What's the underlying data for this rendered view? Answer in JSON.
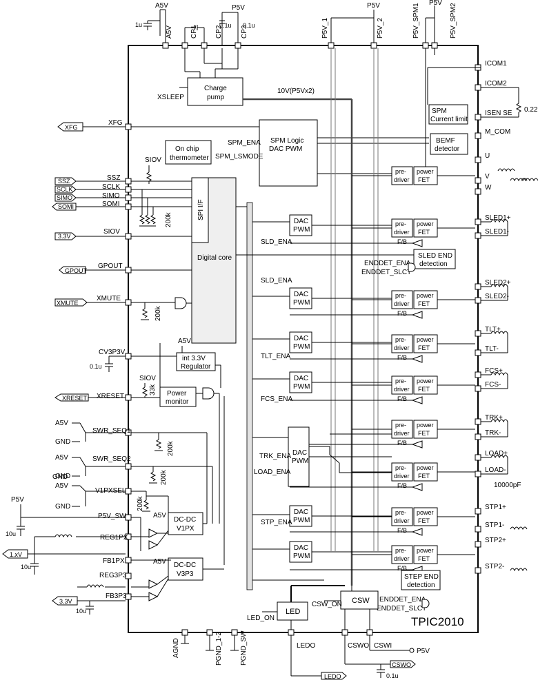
{
  "chip_name": "TPIC2010",
  "top_pins": [
    {
      "id": "a5v",
      "label": "A5V"
    },
    {
      "id": "cp1",
      "label": "CP1"
    },
    {
      "id": "cp2",
      "label": "CP2"
    },
    {
      "id": "cp3",
      "label": "CP3"
    },
    {
      "id": "p5v1",
      "label": "P5V_1"
    },
    {
      "id": "p5v2",
      "label": "P5V_2"
    },
    {
      "id": "p5vspm1",
      "label": "P5V_SPM1"
    },
    {
      "id": "p5vspm2",
      "label": "P5V_SPM2"
    }
  ],
  "top_rails": {
    "a5v": "A5V",
    "p5v_cp": "P5V",
    "p5v_mid": "P5V",
    "p5v_spm": "P5V"
  },
  "top_caps": {
    "c1": "1u",
    "c2": "0.1u",
    "c3": "0.1u"
  },
  "left_pins": [
    {
      "id": "xfg",
      "label": "XFG"
    },
    {
      "id": "ssz",
      "label": "SSZ"
    },
    {
      "id": "sclk",
      "label": "SCLK"
    },
    {
      "id": "simo",
      "label": "SIMO"
    },
    {
      "id": "somi",
      "label": "SOMI"
    },
    {
      "id": "siov",
      "label": "SIOV"
    },
    {
      "id": "gpout",
      "label": "GPOUT"
    },
    {
      "id": "xmute",
      "label": "XMUTE"
    },
    {
      "id": "cv3p3v",
      "label": "CV3P3V"
    },
    {
      "id": "xreset",
      "label": "XRESET"
    },
    {
      "id": "swrseq1",
      "label": "SWR_SEQ1"
    },
    {
      "id": "swrseq2",
      "label": "SWR_SEQ2"
    },
    {
      "id": "v1pxsel",
      "label": "V1PXSEL"
    },
    {
      "id": "p5vsw",
      "label": "P5V_SW"
    },
    {
      "id": "reg1px",
      "label": "REG1PX"
    },
    {
      "id": "fb1px",
      "label": "FB1PX"
    },
    {
      "id": "reg3p3",
      "label": "REG3P3"
    },
    {
      "id": "fb3p3",
      "label": "FB3P3"
    }
  ],
  "left_ports": {
    "xfg": "XFG",
    "ssz": "SSZ",
    "sclk": "SCLK",
    "simo": "SIMO",
    "somi": "SOMI",
    "v33a": "3.3V",
    "gpout": "GPOUT",
    "xmute": "XMUTE",
    "xreset": "XRESET",
    "v1x": "1.xV",
    "v33b": "3.3V"
  },
  "left_misc": {
    "a5v_1": "A5V",
    "gnd_1": "GND",
    "a5v_2": "A5V",
    "gnd_2": "GND",
    "gnd_3": "GND",
    "a5v_3": "A5V",
    "gnd_4": "GND",
    "p5v_in": "P5V",
    "cap_cv": "0.1u",
    "cap_10u_a": "10u",
    "cap_10u_b": "10u",
    "cap_10u_c": "10u"
  },
  "right_pins": [
    {
      "id": "icom1",
      "label": "ICOM1"
    },
    {
      "id": "icom2",
      "label": "ICOM2"
    },
    {
      "id": "isense",
      "label": "ISEN SE"
    },
    {
      "id": "mcom",
      "label": "M_COM"
    },
    {
      "id": "u",
      "label": "U"
    },
    {
      "id": "v",
      "label": "V"
    },
    {
      "id": "w",
      "label": "W"
    },
    {
      "id": "sled1p",
      "label": "SLED1+"
    },
    {
      "id": "sled1m",
      "label": "SLED1-"
    },
    {
      "id": "sled2p",
      "label": "SLED2+"
    },
    {
      "id": "sled2m",
      "label": "SLED2-"
    },
    {
      "id": "tltp",
      "label": "TLT+"
    },
    {
      "id": "tltm",
      "label": "TLT-"
    },
    {
      "id": "fcsp",
      "label": "FCS+"
    },
    {
      "id": "fcsm",
      "label": "FCS-"
    },
    {
      "id": "trkp",
      "label": "TRK+"
    },
    {
      "id": "trkm",
      "label": "TRK-"
    },
    {
      "id": "loadp",
      "label": "LOAD+"
    },
    {
      "id": "loadm",
      "label": "LOAD-"
    },
    {
      "id": "stp1p",
      "label": "STP1+"
    },
    {
      "id": "stp1m",
      "label": "STP1-"
    },
    {
      "id": "stp2p",
      "label": "STP2+"
    },
    {
      "id": "stp2m",
      "label": "STP2-"
    }
  ],
  "right_misc": {
    "r_sense": "0.22",
    "c_load": "10000pF"
  },
  "bottom_pins": [
    {
      "id": "agnd",
      "label": "AGND"
    },
    {
      "id": "pgnd12",
      "label": "PGND_1-2"
    },
    {
      "id": "pgndsw",
      "label": "PGND_SW"
    },
    {
      "id": "ledo",
      "label": "LEDO"
    },
    {
      "id": "cswo",
      "label": "CSWO"
    },
    {
      "id": "cswi",
      "label": "CSWI"
    }
  ],
  "bottom_misc": {
    "ledo_port": "LEDO",
    "cswo_port": "CSWO",
    "p5v_cswi": "P5V",
    "cap_cswo": "0.1u"
  },
  "blocks": {
    "charge_pump": [
      "Charge",
      "pump"
    ],
    "xsleep": "XSLEEP",
    "cp_out": "10V(P5Vx2)",
    "thermo": [
      "On chip",
      "thermometer"
    ],
    "spi_if": "SPI I/F",
    "digital_core": "Digital core",
    "spm_logic": [
      "SPM Logic",
      "DAC PWM"
    ],
    "spm_ena": "SPM_ENA",
    "spm_lsmode": "SPM_LSMODE",
    "spm_limit": [
      "SPM",
      "Current limit"
    ],
    "bemf": [
      "BEMF",
      "detector"
    ],
    "siov_pullup": "SIOV",
    "res_200k_spi": "200k",
    "res_200k_xmute": "200k",
    "dac_pwm": [
      "DAC",
      "PWM"
    ],
    "sld_ena": "SLD_ENA",
    "tlt_ena": "TLT_ENA",
    "fcs_ena": "FCS_ENA",
    "trk_ena": "TRK_ENA",
    "load_ena": "LOAD_ENA",
    "stp_ena": "STP_ENA",
    "enddet_ena": "ENDDET_ENA",
    "enddet_slct": "ENDDET_SLCT",
    "sled_end": [
      "SLED END",
      "detection"
    ],
    "step_end": [
      "STEP END",
      "detection"
    ],
    "fb": "F/B",
    "predriver": [
      "pre-",
      "driver"
    ],
    "power_fet": [
      "power",
      "FET"
    ],
    "int33": [
      "int 3.3V",
      "Regulator"
    ],
    "int33_a5v": "A5V",
    "power_monitor": [
      "Power",
      "monitor"
    ],
    "siov_33k": "SIOV",
    "res_33k": "33k",
    "res_200k_seq1": "200k",
    "res_200k_seq2": "200k",
    "res_200k_sel": "200k",
    "dcdc1": [
      "DC-DC",
      "V1PX"
    ],
    "dcdc2": [
      "DC-DC",
      "V3P3"
    ],
    "dcdc_a5v": "A5V",
    "led": "LED",
    "led_on": "LED_ON",
    "csw": "CSW",
    "csw_on": "CSW_ON"
  }
}
